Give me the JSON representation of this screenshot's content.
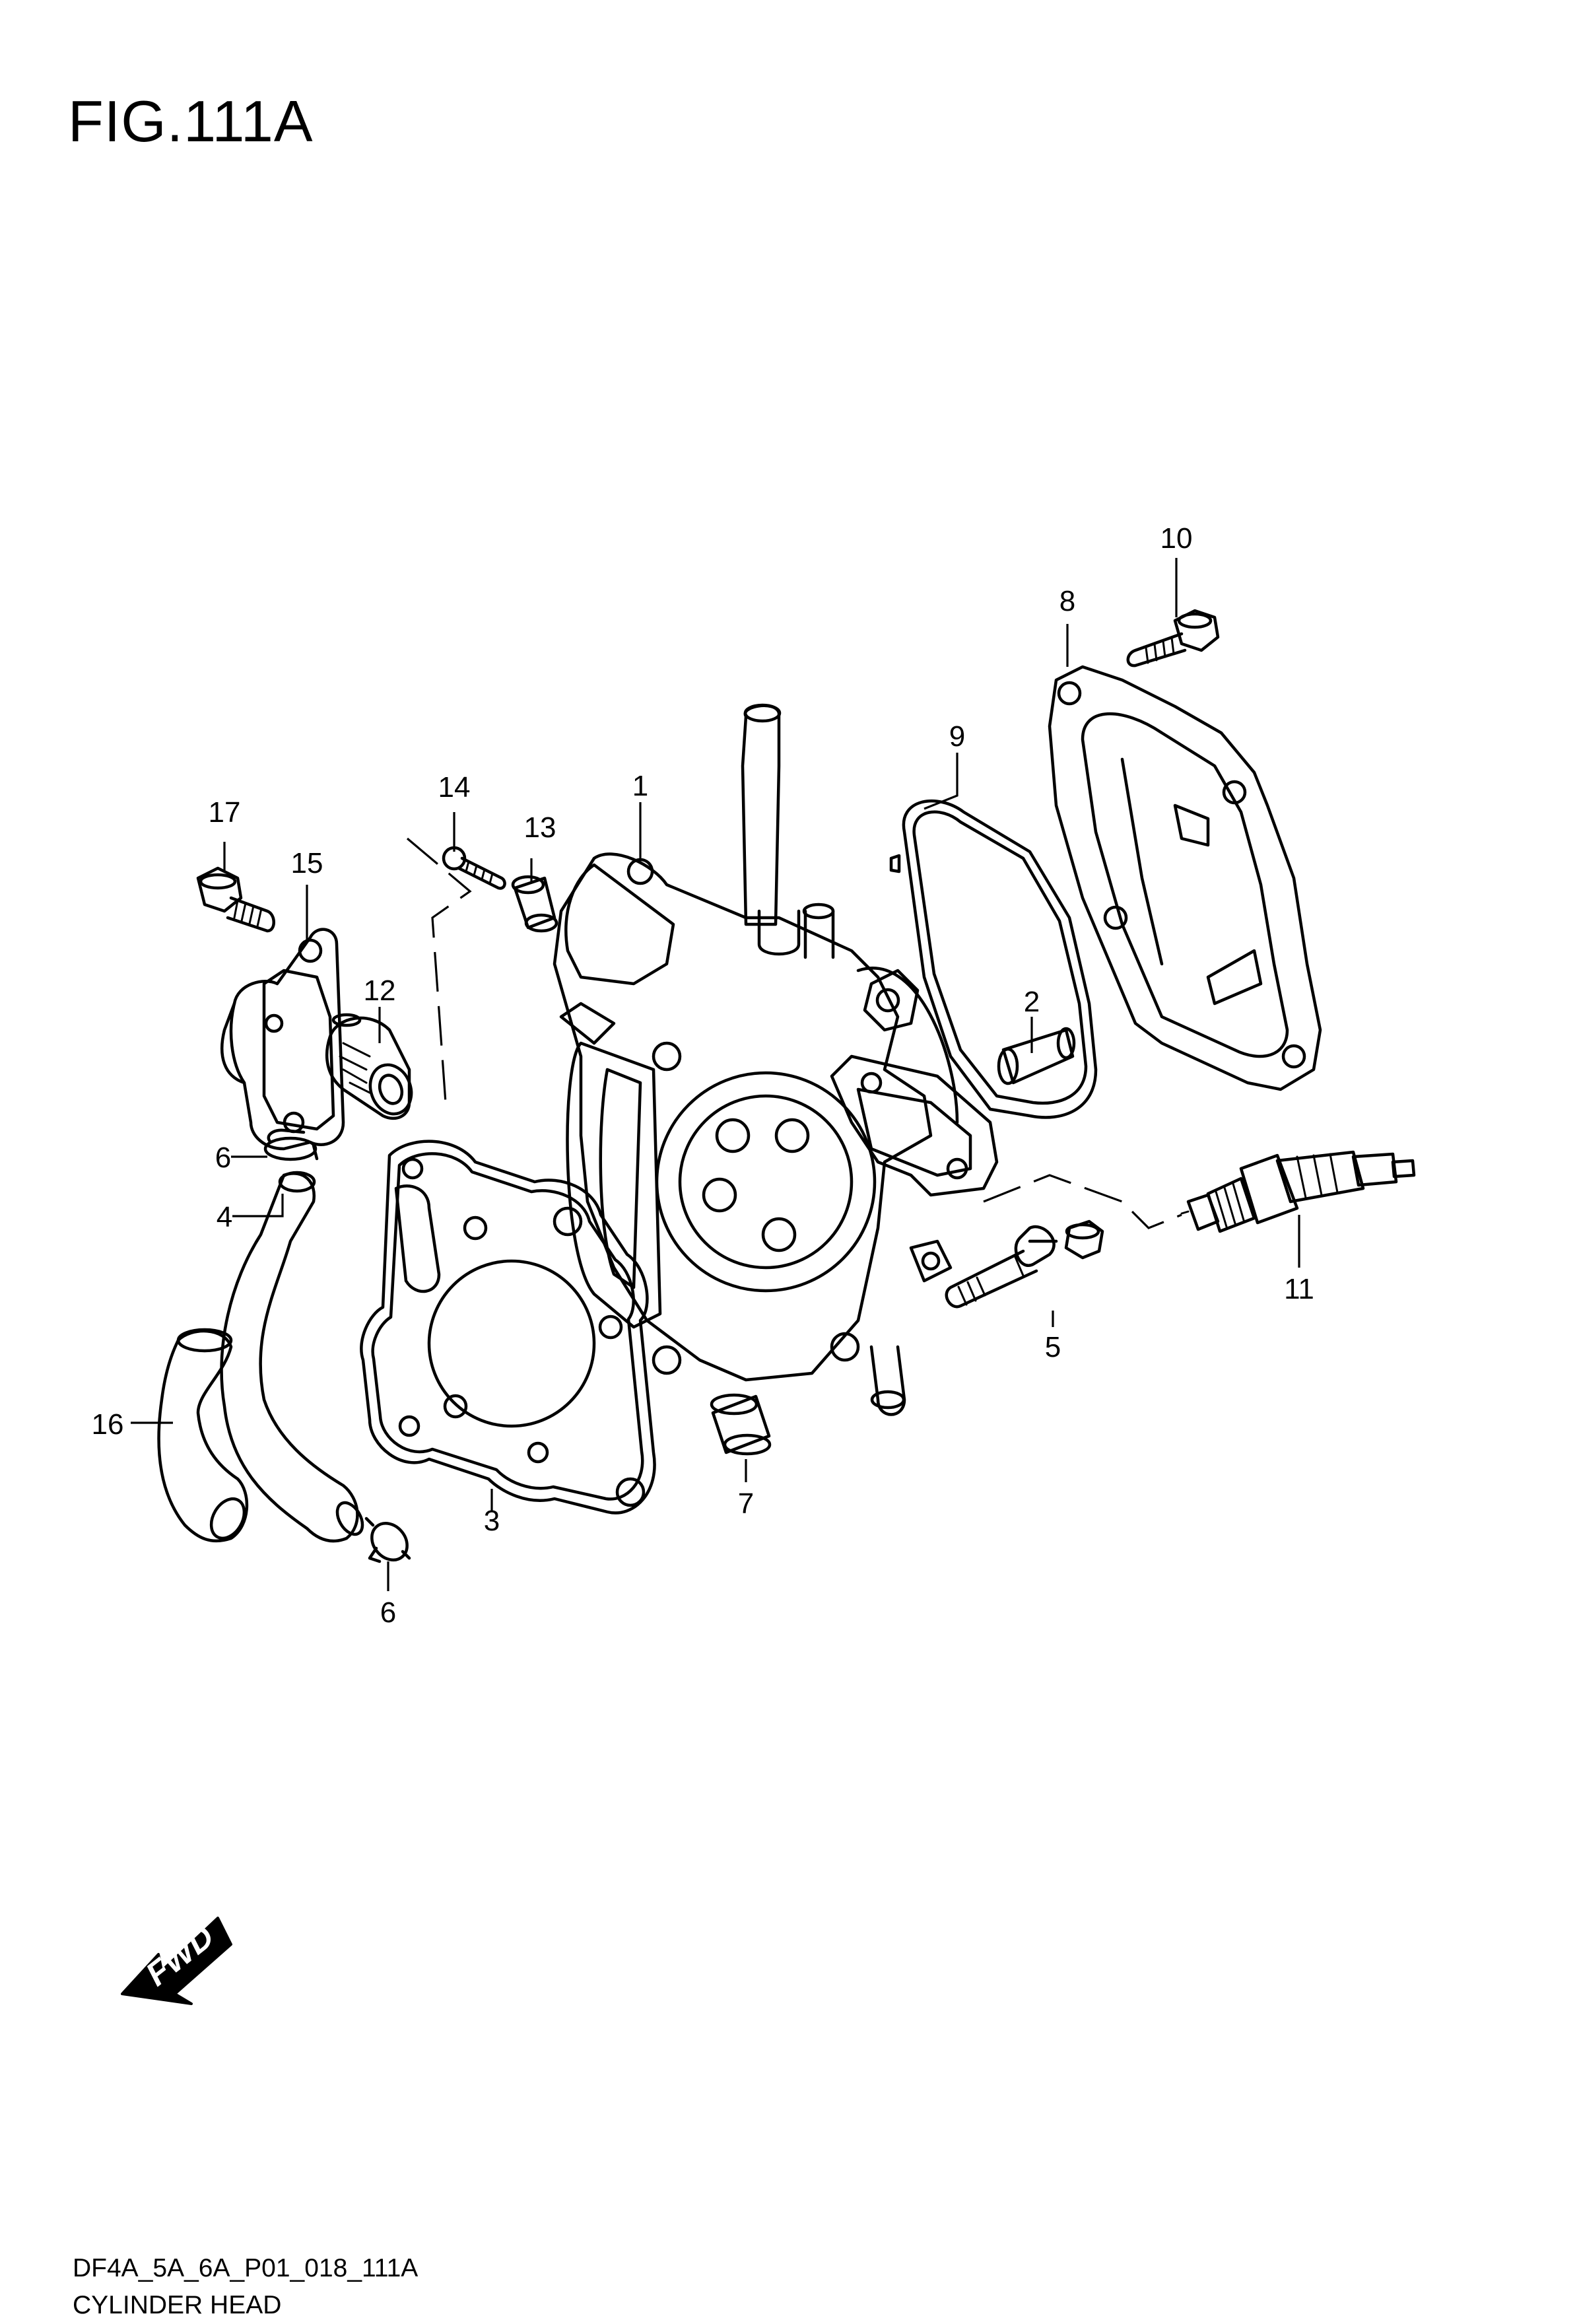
{
  "figure": {
    "title": "FIG.111A",
    "code": "DF4A_5A_6A_P01_018_111A",
    "name": "CYLINDER HEAD"
  },
  "callouts": [
    {
      "id": "1",
      "label": "1"
    },
    {
      "id": "2",
      "label": "2"
    },
    {
      "id": "3",
      "label": "3"
    },
    {
      "id": "4",
      "label": "4"
    },
    {
      "id": "5",
      "label": "5"
    },
    {
      "id": "6a",
      "label": "6"
    },
    {
      "id": "6b",
      "label": "6"
    },
    {
      "id": "7",
      "label": "7"
    },
    {
      "id": "8",
      "label": "8"
    },
    {
      "id": "9",
      "label": "9"
    },
    {
      "id": "10",
      "label": "10"
    },
    {
      "id": "11",
      "label": "11"
    },
    {
      "id": "12",
      "label": "12"
    },
    {
      "id": "13",
      "label": "13"
    },
    {
      "id": "14",
      "label": "14"
    },
    {
      "id": "15",
      "label": "15"
    },
    {
      "id": "16",
      "label": "16"
    },
    {
      "id": "17",
      "label": "17"
    }
  ],
  "fwd": {
    "label": "FWD",
    "icon": "fwd-arrow-icon"
  }
}
